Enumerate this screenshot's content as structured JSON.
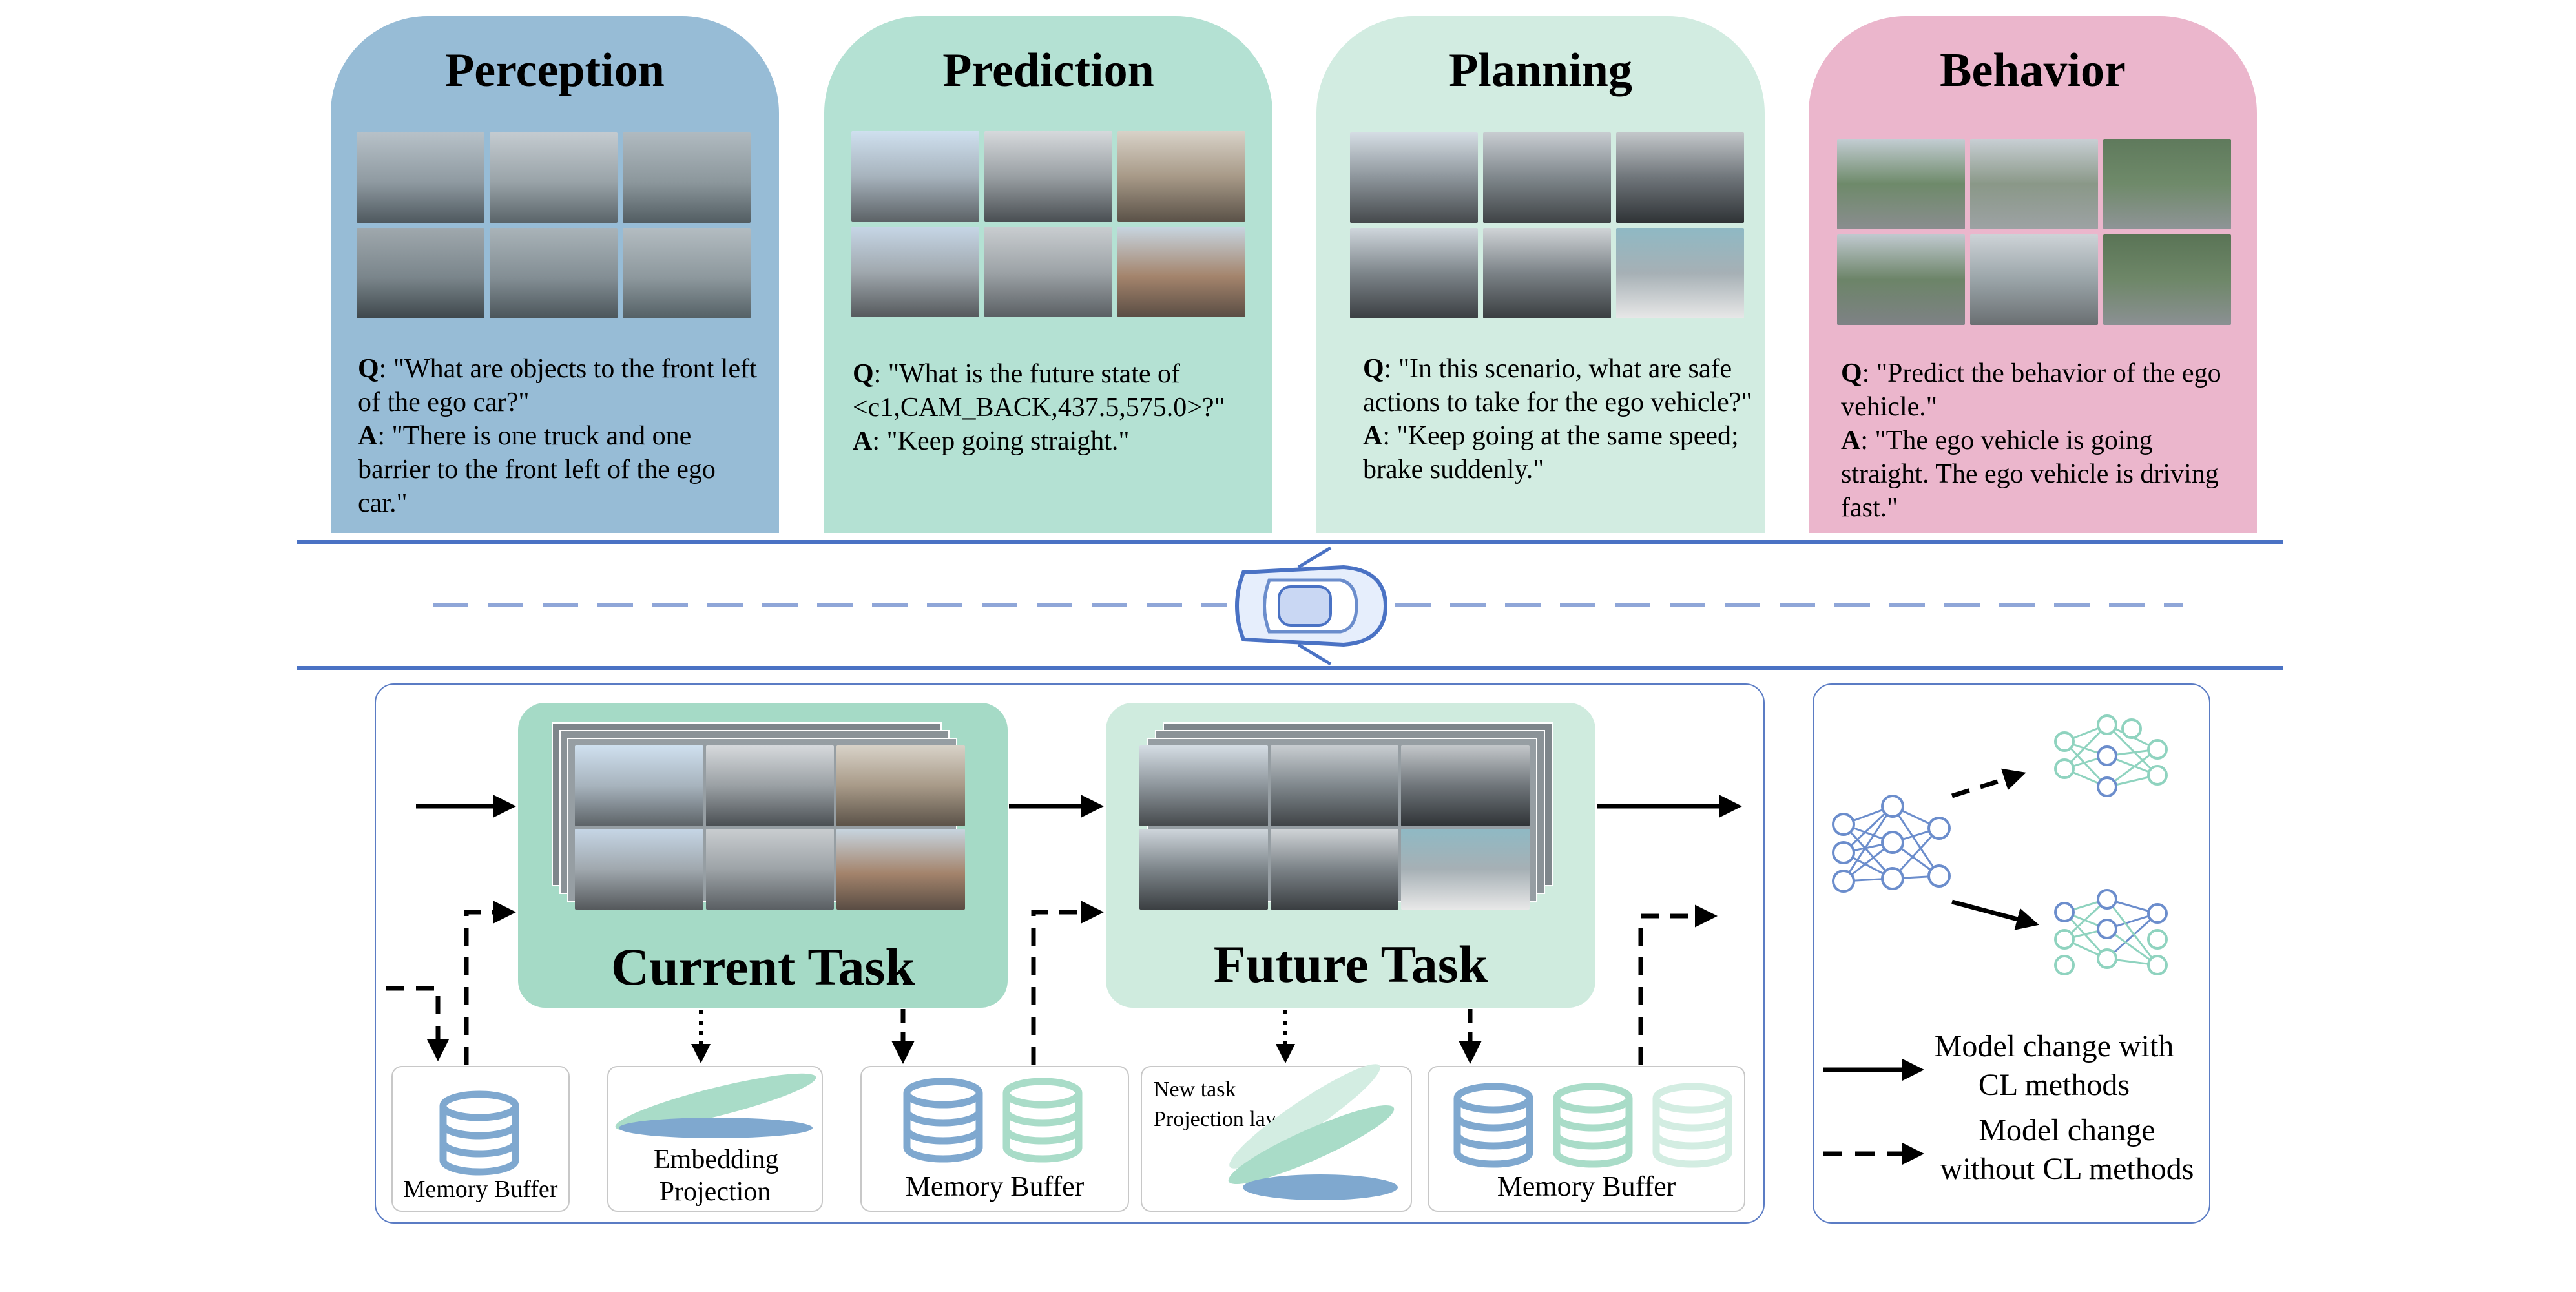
{
  "colors": {
    "perception": "#97bcd6",
    "prediction": "#b4e1d3",
    "planning": "#d2ece1",
    "behavior": "#ebb6cc",
    "road_line": "#4a72c4",
    "dash_line": "#8fa6d8",
    "current_task": "#a5dac6",
    "future_task": "#cfebde",
    "db_blue": "#7fa8cf",
    "db_green": "#a9dcc8",
    "db_light": "#d3ede2",
    "net_blue": "#6b8dcc",
    "net_green": "#8fd3bf"
  },
  "cards": [
    {
      "title": "Perception",
      "q_label": "Q",
      "q_text": ": \"What are objects to the front left of the ego car?\"",
      "a_label": "A",
      "a_text": ": \"There is one truck and one barrier to the front left of the ego car.\""
    },
    {
      "title": "Prediction",
      "q_label": "Q",
      "q_text": ": \"What is the future state of <c1,CAM_BACK,437.5,575.0>?\"",
      "a_label": "A",
      "a_text": ": \"Keep going straight.\""
    },
    {
      "title": "Planning",
      "q_label": "Q",
      "q_text": ": \"In this scenario, what are safe actions to take for the ego vehicle?\"",
      "a_label": "A",
      "a_text": ": \"Keep going at the same speed; brake suddenly.\""
    },
    {
      "title": "Behavior",
      "q_label": "Q",
      "q_text": ": \"Predict the behavior of the ego vehicle.\"",
      "a_label": "A",
      "a_text": ": \"The ego vehicle is going straight. The ego vehicle is driving fast.\""
    }
  ],
  "tasks": {
    "current": "Current Task",
    "future": "Future Task"
  },
  "modules": {
    "memory_buffer_1": "Memory Buffer",
    "embedding_projection": "Embedding Projection",
    "memory_buffer_2": "Memory Buffer",
    "new_task_projection": "New task Projection layer",
    "memory_buffer_3": "Memory Buffer"
  },
  "legend": {
    "solid": "Model change with CL methods",
    "dashed": "Model change without CL methods"
  }
}
